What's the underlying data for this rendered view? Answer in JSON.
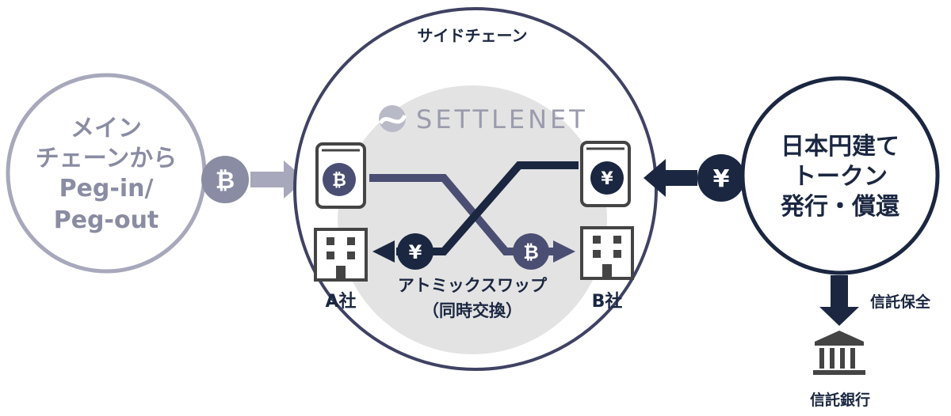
{
  "main_chain": {
    "lines": [
      "メイン",
      "チェーンから",
      "Peg-in/",
      "Peg-out"
    ]
  },
  "side_chain": {
    "label": "サイドチェーン"
  },
  "brand": {
    "name": "SETTLENET"
  },
  "jpy_token": {
    "lines": [
      "日本円建て",
      "トークン",
      "発行・償還"
    ]
  },
  "atomic_swap": {
    "lines": [
      "アトミックスワップ",
      "（同時交換）"
    ]
  },
  "company_a": {
    "label": "A社"
  },
  "company_b": {
    "label": "B社"
  },
  "trust": {
    "protect_label": "信託保全",
    "bank_label": "信託銀行"
  },
  "symbols": {
    "btc": "₿",
    "yen": "¥"
  },
  "colors": {
    "navy": "#1b2741",
    "muted": "#8a8ca3",
    "swap_navy": "#4b4e73",
    "light_circle": "#e3e3e3",
    "icon_outline": "#444444"
  }
}
